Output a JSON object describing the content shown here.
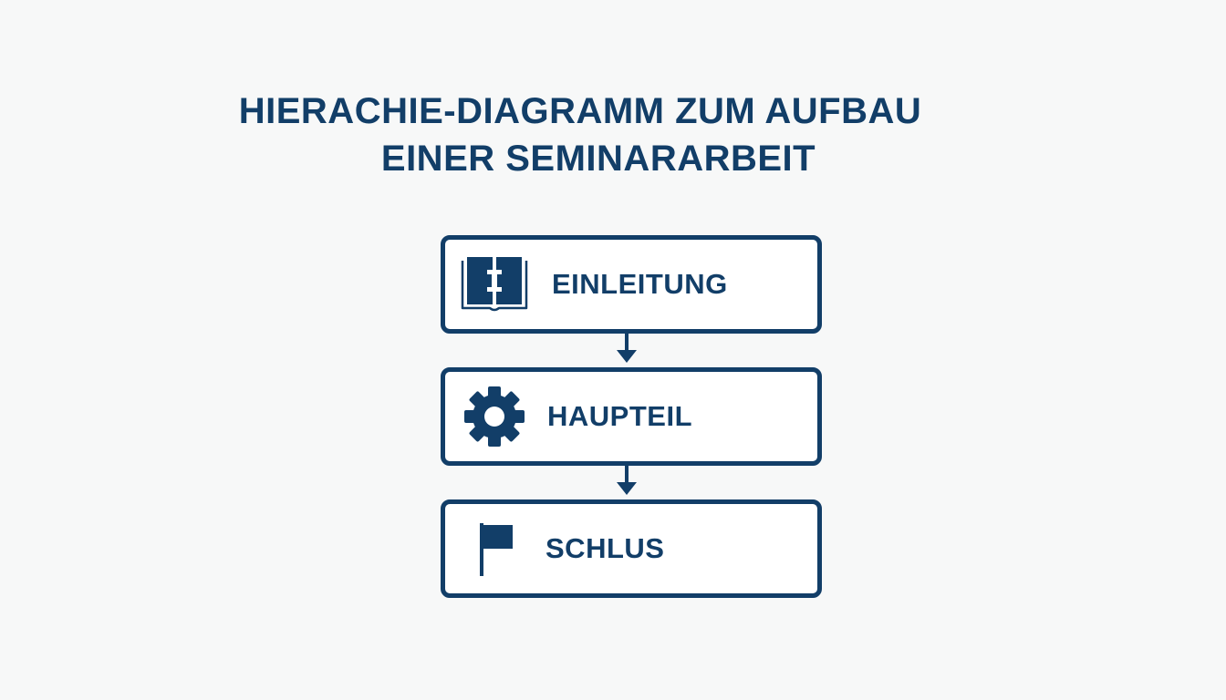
{
  "title": {
    "line1": "HIERACHIE-DIAGRAMM ZUM AUFBAU",
    "line2": "EINER SEMINARARBEIT"
  },
  "colors": {
    "primary": "#123e68",
    "background": "#f7f8f8",
    "box_fill": "#ffffff"
  },
  "nodes": [
    {
      "label": "EINLEITUNG",
      "icon": "book-icon"
    },
    {
      "label": "HAUPTEIL",
      "icon": "gear-icon"
    },
    {
      "label": "SCHLUS",
      "icon": "flag-icon"
    }
  ],
  "edges": [
    {
      "from": "EINLEITUNG",
      "to": "HAUPTEIL"
    },
    {
      "from": "HAUPTEIL",
      "to": "SCHLUS"
    }
  ]
}
